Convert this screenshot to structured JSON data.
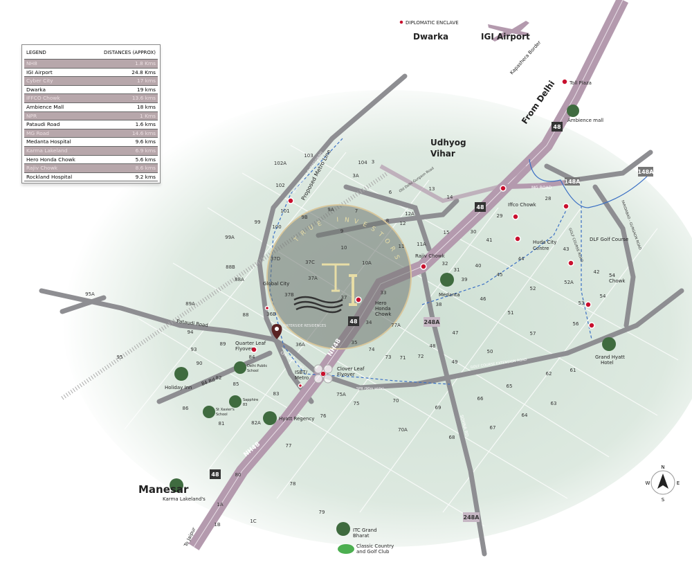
{
  "legend": {
    "title": "LEGEND",
    "distance_header": "DISTANCES (APPROX)",
    "rows": [
      {
        "place": "NH8",
        "distance": "1.8 Kms"
      },
      {
        "place": "IGI Airport",
        "distance": "24.8 Kms"
      },
      {
        "place": "Cyber City",
        "distance": "17 kms"
      },
      {
        "place": "Dwarka",
        "distance": "19 kms"
      },
      {
        "place": "IFFCO Chowk",
        "distance": "13.6 kms"
      },
      {
        "place": "Ambience Mall",
        "distance": "18 kms"
      },
      {
        "place": "NPR",
        "distance": "1 Kms"
      },
      {
        "place": "Pataudi Road",
        "distance": "1.6 kms"
      },
      {
        "place": "MG Road",
        "distance": "14.6 kms"
      },
      {
        "place": "Medanta Hospital",
        "distance": "9.6 kms"
      },
      {
        "place": "Karma Lakeland",
        "distance": "6.9 kms"
      },
      {
        "place": "Hero Honda Chowk",
        "distance": "5.6 kms"
      },
      {
        "place": "Rajiv Chowk",
        "distance": "8.6 kms"
      },
      {
        "place": "Rockland Hospital",
        "distance": "9.2 kms"
      }
    ]
  },
  "colors": {
    "nh48": "#b49aae",
    "road": "#8e8e92",
    "metro": "#3a6fc4",
    "marker": "#c8102e",
    "land": "#d9e6dc",
    "badge": "#3a3a3a"
  },
  "places": {
    "diplomatic": "DIPLOMATIC ENCLAVE",
    "dwarka": "Dwarka",
    "igi": "IGI Airport",
    "kapashera": "Kapashera Border",
    "toll": "Toll Plaza",
    "from_delhi": "From Delhi",
    "ambience": "Ambience mall",
    "udhyog1": "Udhyog",
    "udhyog2": "Vihar",
    "oldgurgaon": "Old Delhi Gurgaon Road",
    "mgroad": "MG ROAD",
    "iffco": "Iffco Chowk",
    "huda1": "Huda City",
    "huda2": "Centre",
    "dlf": "DLF Golf Course",
    "chowk54a": "54",
    "chowk54b": "Chowk",
    "proposed_metro": "Proposed Metro Line",
    "dwarka_exp": "NPR (DWARKA EXPRESSWAY)",
    "rajiv": "Rajiv Chowk",
    "hero1": "Hero",
    "hero2": "Honda",
    "hero3": "Chowk",
    "medanta": "Medanta",
    "global": "Global City",
    "pataudi": "Pataudi Road",
    "quarter1": "Quarter Leaf",
    "quarter2": "Flyover",
    "cpr": "CPR (90m wide)",
    "isbt1": "ISBT/",
    "isbt2": "Metro",
    "clover1": "Clover Leaf",
    "clover2": "Flyover",
    "spr": "SPR (90m wide)",
    "holiday": "Holiday Inn",
    "dps1": "Delhi Public",
    "dps2": "School",
    "sapphire1": "Sapphire",
    "sapphire2": "83",
    "hyatt": "Hyatt Regency",
    "xavier1": "St Xavier's",
    "xavier2": "School",
    "manesar": "Manesar",
    "jaipur": "To Jaipur",
    "karma": "Karma Lakeland's",
    "itc1": "ITC Grand",
    "itc2": "Bharat",
    "classic1": "Classic Country",
    "classic2": "and Golf Club",
    "grandhyatt1": "Grand Hyatt",
    "grandhyatt2": "Hotel",
    "golfext": "GOLF COURSE EXTENSION ROAD",
    "sohna": "SOHNA RD",
    "faridabad": "FARIDABAD - GURGAON ROAD",
    "golfroad": "GOLF COURSE ROAD",
    "nh48": "NH48",
    "rd84": "84 Rd",
    "waterside": "WATERSIDE RESIDENCES",
    "brand": "TRUE INVESTORS",
    "mono": "TI"
  },
  "badges": {
    "b48": "48",
    "b248a": "248A",
    "b148a": "148A"
  },
  "compass": {
    "n": "N",
    "s": "S",
    "e": "E",
    "w": "W"
  },
  "sectors": [
    "103",
    "102A",
    "102",
    "104",
    "3",
    "3A",
    "6",
    "13",
    "14",
    "101",
    "9A",
    "7",
    "12A",
    "12",
    "100",
    "9B",
    "9",
    "8",
    "11",
    "11A",
    "15",
    "99",
    "99A",
    "37D",
    "37C",
    "10A",
    "10",
    "37A",
    "37",
    "33",
    "88B",
    "88A",
    "88",
    "37B",
    "36B",
    "95A",
    "89A",
    "94",
    "93",
    "89",
    "90",
    "95",
    "84",
    "85",
    "86",
    "36A",
    "74",
    "73",
    "71",
    "72",
    "77A",
    "34",
    "35",
    "82",
    "81",
    "82A",
    "83",
    "76",
    "75A",
    "75",
    "70",
    "70A",
    "69",
    "68",
    "77",
    "80",
    "78",
    "1A",
    "1B",
    "1C",
    "79",
    "30",
    "31",
    "32",
    "38",
    "39",
    "40",
    "41",
    "44",
    "45",
    "46",
    "47",
    "48",
    "49",
    "50",
    "51",
    "52",
    "52A",
    "53",
    "54",
    "56",
    "57",
    "61",
    "62",
    "63",
    "64",
    "65",
    "66",
    "67",
    "29",
    "28",
    "43",
    "42"
  ]
}
